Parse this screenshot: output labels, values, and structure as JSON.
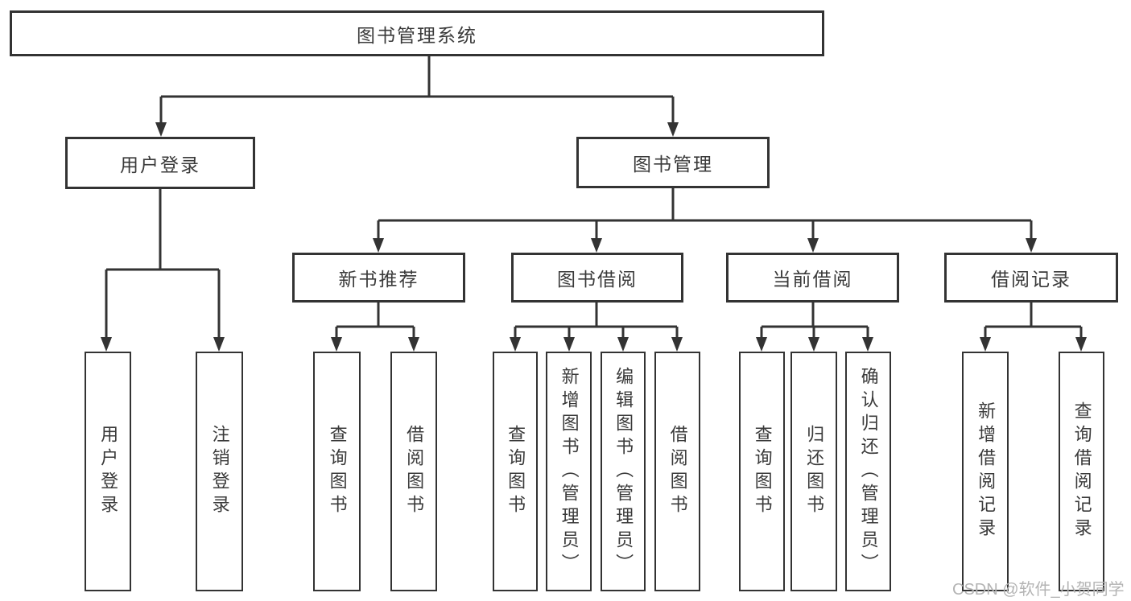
{
  "diagram": {
    "root": {
      "label": "图书管理系统"
    },
    "branches": [
      {
        "label": "用户登录",
        "children": [
          {
            "label": "用户登录"
          },
          {
            "label": "注销登录"
          }
        ]
      },
      {
        "label": "图书管理",
        "children": [
          {
            "label": "新书推荐",
            "children": [
              {
                "label": "查询图书"
              },
              {
                "label": "借阅图书"
              }
            ]
          },
          {
            "label": "图书借阅",
            "children": [
              {
                "label": "查询图书"
              },
              {
                "label": "新增图书（管理员）"
              },
              {
                "label": "编辑图书（管理员）"
              },
              {
                "label": "借阅图书"
              }
            ]
          },
          {
            "label": "当前借阅",
            "children": [
              {
                "label": "查询图书"
              },
              {
                "label": "归还图书"
              },
              {
                "label": "确认归还（管理员）"
              }
            ]
          },
          {
            "label": "借阅记录",
            "children": [
              {
                "label": "新增借阅记录"
              },
              {
                "label": "查询借阅记录"
              }
            ]
          }
        ]
      }
    ]
  },
  "watermark": {
    "text": "CSDN @软件_小贺同学"
  },
  "colors": {
    "line": "#333333",
    "border": "#333333",
    "text": "#3a3a3a",
    "watermark": "#b4b4b4",
    "background": "#ffffff"
  }
}
